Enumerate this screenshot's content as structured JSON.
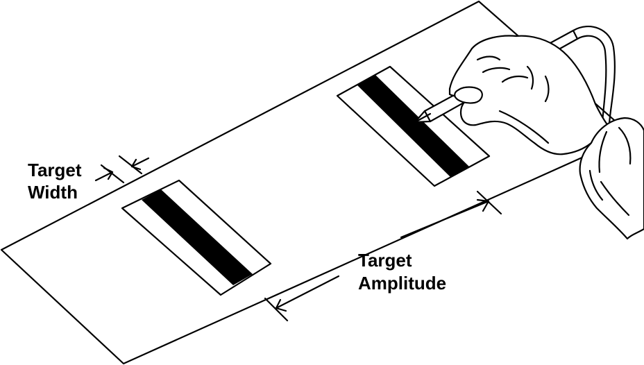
{
  "labels": {
    "target_width_line1": "Target",
    "target_width_line2": "Width",
    "target_amplitude_line1": "Target",
    "target_amplitude_line2": "Amplitude"
  },
  "colors": {
    "ink": "#000000",
    "paper": "#ffffff"
  },
  "icons": {
    "hand": "hand-holding-stylus-icon"
  }
}
